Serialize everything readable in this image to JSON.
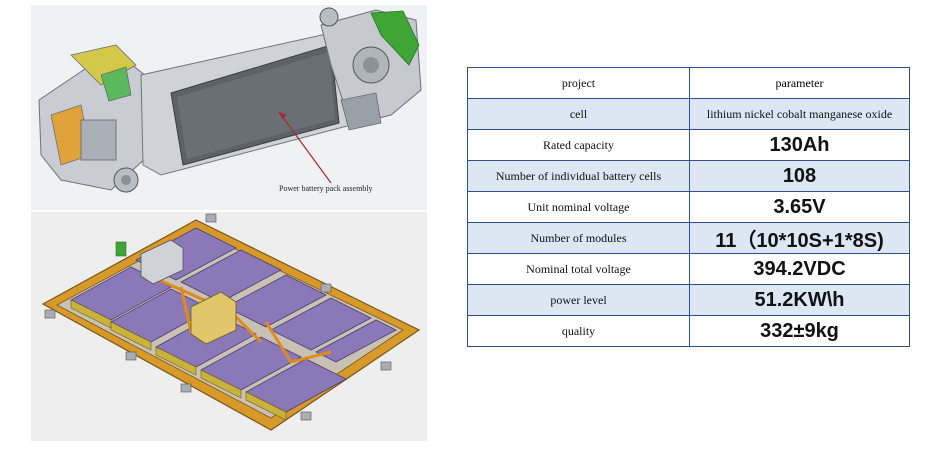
{
  "figure_top": {
    "callout": "Power battery pack assembly"
  },
  "table": {
    "header": {
      "project": "project",
      "parameter": "parameter"
    },
    "rows": [
      {
        "label": "cell",
        "value": "lithium nickel cobalt manganese oxide"
      },
      {
        "label": "Rated capacity",
        "value": "130Ah"
      },
      {
        "label": "Number of individual battery cells",
        "value": "108"
      },
      {
        "label": "Unit nominal voltage",
        "value": "3.65V"
      },
      {
        "label": "Number of modules",
        "value": "11（10*10S+1*8S)"
      },
      {
        "label": "Nominal total voltage",
        "value": "394.2VDC"
      },
      {
        "label": "power level",
        "value": "51.2KW\\h"
      },
      {
        "label": "quality",
        "value": "332±9kg"
      }
    ]
  },
  "colors": {
    "table_border": "#2f4f8f",
    "row_stripe": "#dde6f3",
    "battery_module": "#8a78b8",
    "tray_frame": "#d79a2a",
    "chassis_green": "#3fa535"
  }
}
